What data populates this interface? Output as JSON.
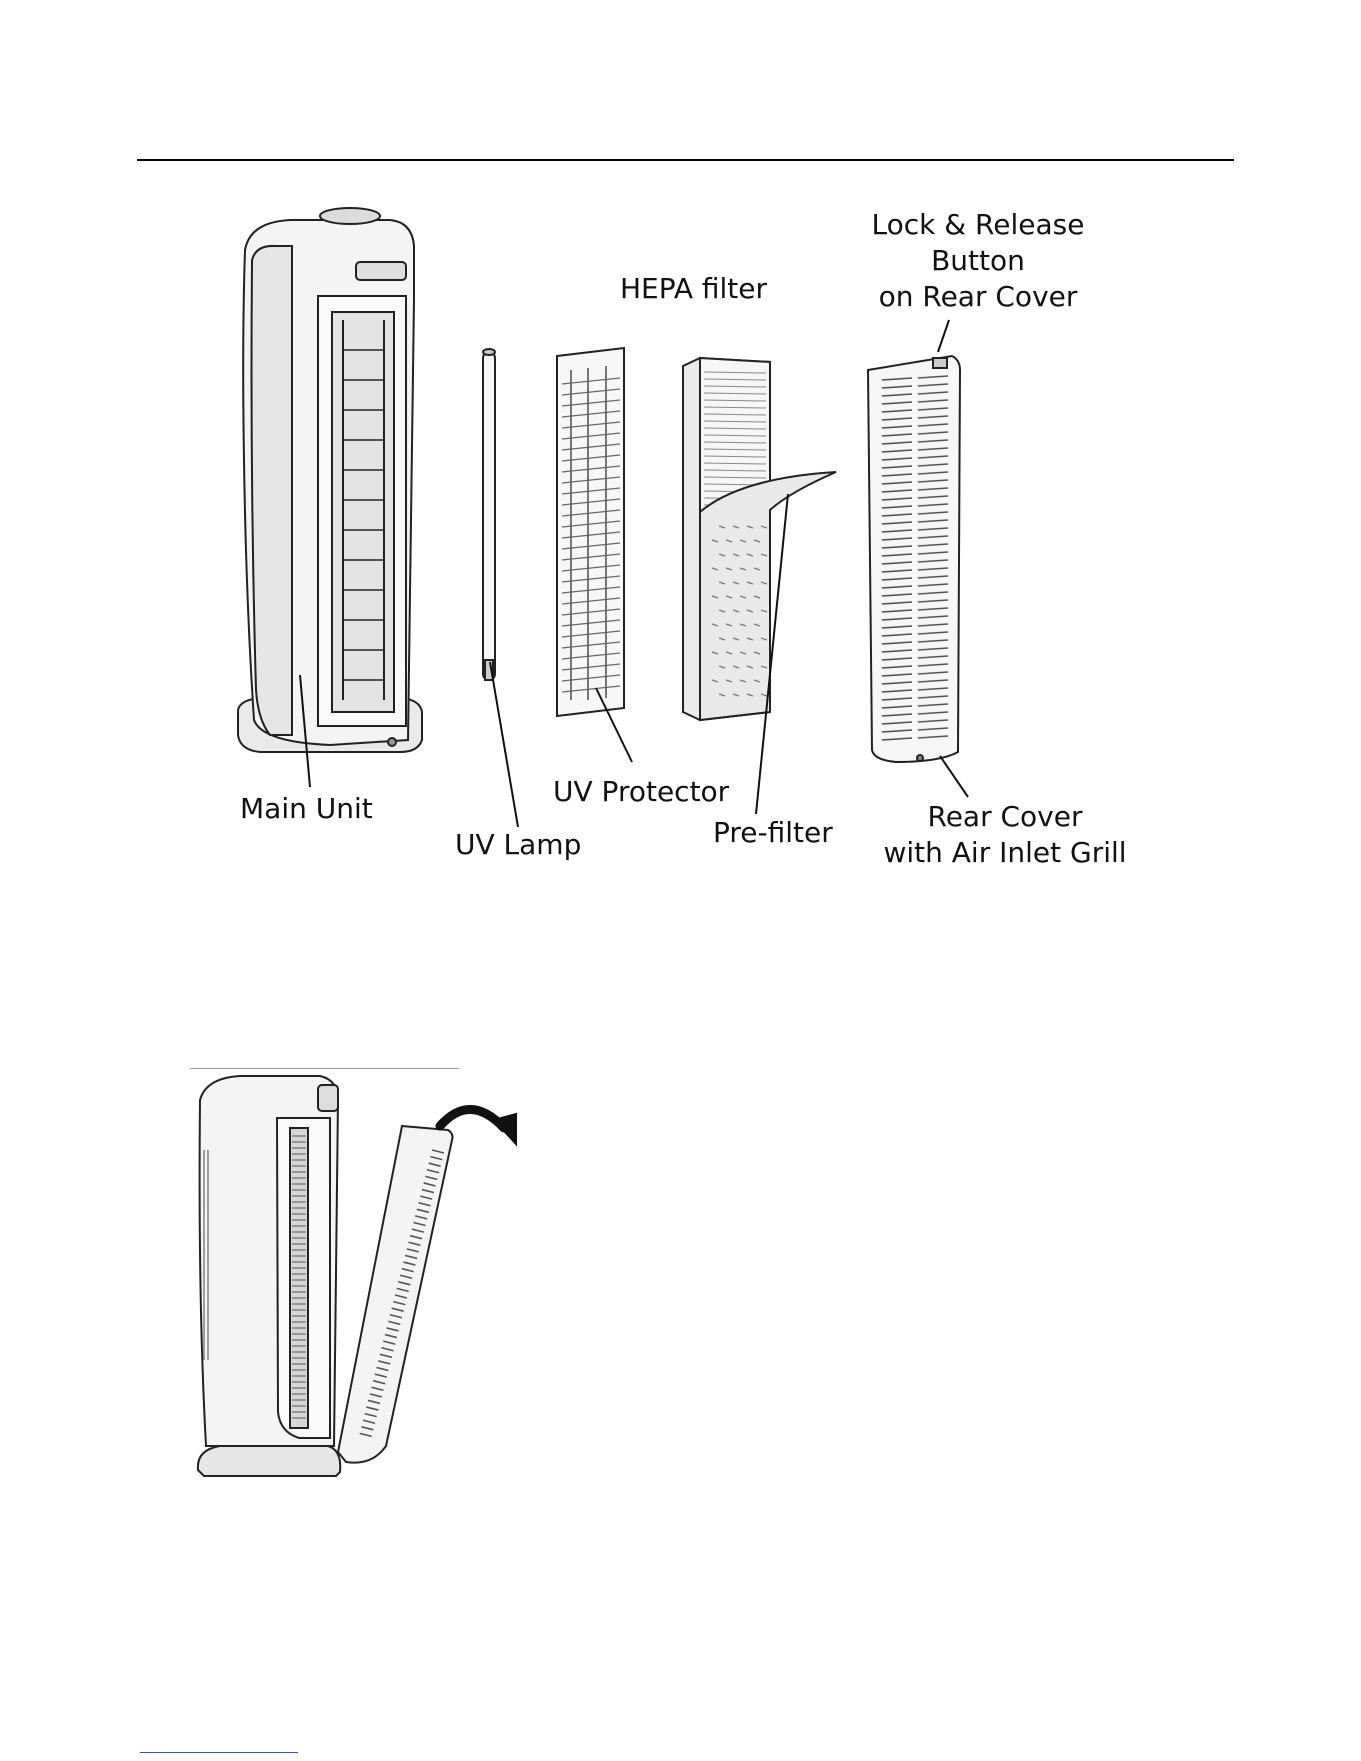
{
  "labels": {
    "main_unit": "Main Unit",
    "uv_lamp": "UV Lamp",
    "uv_protector": "UV Protector",
    "hepa_filter": "HEPA filter",
    "pre_filter": "Pre-filter",
    "lock_release": [
      "Lock & Release",
      "Button",
      "on Rear Cover"
    ],
    "rear_cover": [
      "Rear Cover",
      "with Air Inlet Grill"
    ]
  },
  "colors": {
    "line": "#222222",
    "fill_light": "#f2f2f2",
    "fill_mid": "#d9d9d9",
    "grill": "#555555"
  }
}
